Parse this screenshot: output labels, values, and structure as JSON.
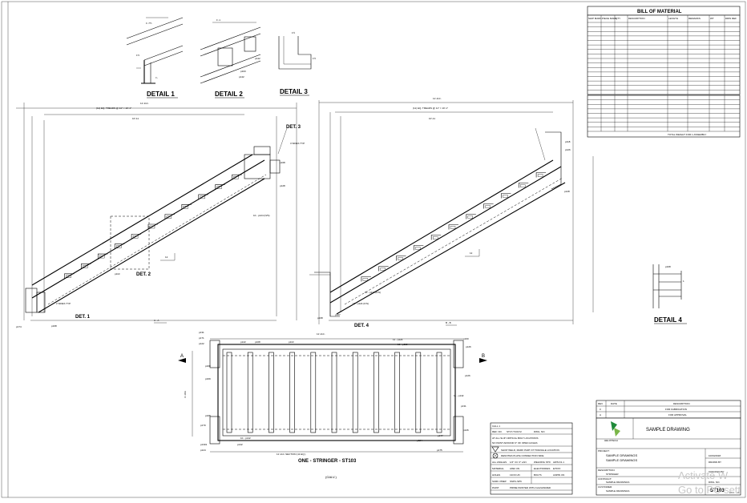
{
  "bom": {
    "title": "BILL OF MATERIAL",
    "headers": [
      "SHIP MARK",
      "PIECE MARK",
      "QTY",
      "DESCRIPTION",
      "LENGTH",
      "REMARKS",
      "WT",
      "DRW REF"
    ],
    "rows_group1": 16,
    "rows_group2": 8,
    "total_label": "TOTAL WEIGHT FOR 1 ASSEMBLY"
  },
  "details": {
    "d1": "DETAIL 1",
    "d2": "DETAIL 2",
    "d3": "DETAIL 3",
    "d4": "DETAIL 4",
    "det1": "DET. 1",
    "det2": "DET. 2",
    "det3": "DET. 3",
    "det4": "DET. 4"
  },
  "views": {
    "aa": "A - A",
    "bb": "B - B",
    "treads_left": "(11) EQ. TREADS @ 11\" = 10'-1\"",
    "treads_right": "(11) EQ. TREADS @ 11\" = 10'-1\"",
    "plan_title": "ONE - STRINGER - ST103",
    "plan_sub": "(GALV.)",
    "sides_typ": "3 SIDES TYP",
    "sides_typ2": "2 SIDES TYP",
    "a_marker": "A",
    "b_marker": "B"
  },
  "notes": {
    "call_out": "CALL 1",
    "ref_no": "REF. NO.",
    "ref_no_val": "ST1T-TC0172",
    "dwg_no": "DWG. NO.",
    "note1": "AT ALL SLIP CRITICAL BOLT LOCATIONS",
    "note2": "NO PAINT AROUND 3\" OF OPEN HOLES",
    "legend1": "SHOP WELD, MARK PART AT TRIANGLE LOCATION",
    "legend2": "DENOTES PLATE CONNECTION SIDE",
    "all_angles_label": "ALL ANGLES",
    "all_angles_val": "1/2\" CC 3\" LAN",
    "welding_std_label": "WELDING STD",
    "welding_std_val": "AWS D1.1",
    "material_label": "MATERIAL",
    "material_val": "A992 UN",
    "electrodes_label": "ELECTRODES",
    "electrodes_val": "E70XX",
    "holes_label": "HOLES",
    "holes_val": "13/16 UN",
    "bolts_label": "BOLTS",
    "bolts_val": "A325N UN",
    "surf_prep_label": "SURF. PREP.",
    "surf_prep_val": "SSPC-SP6",
    "paint_label": "PAINT",
    "paint_val": "PRIME PAINTED WITH GALVANIZED"
  },
  "revisions": {
    "headers": [
      "REV",
      "DATE",
      "DESCRIPTION"
    ],
    "rows": [
      {
        "rev": "0",
        "desc": "FOR FABRICATION"
      },
      {
        "rev": "A",
        "desc": "FOR APPROVAL"
      }
    ]
  },
  "title_block": {
    "drawing_title": "SAMPLE DRAWING",
    "company_line1": "HELIXTECH",
    "project_label": "PROJECT:",
    "project_line1": "SAMPLE DRAWINGS",
    "project_line2": "SAMPLE DRAWINGS",
    "description_label": "DESCRIPTION:",
    "description_val": "STRINGER",
    "contract_label": "CONTRACT:",
    "contract_val": "SAMPLE DRAWINGS",
    "customer_label": "CUSTOMER:",
    "customer_val": "SAMPLE DRAWINGS",
    "drawn_by_label": "DRAWN BY",
    "checked_by_label": "CHECKED BY",
    "date_val": "10/04/2018",
    "sheet_no_label": "DWG. NO.",
    "sheet_no": "ST103",
    "rev_label": "REV.",
    "rev_val": "0"
  },
  "watermark": {
    "line1": "Activate W",
    "line2": "Go to PC sett"
  }
}
